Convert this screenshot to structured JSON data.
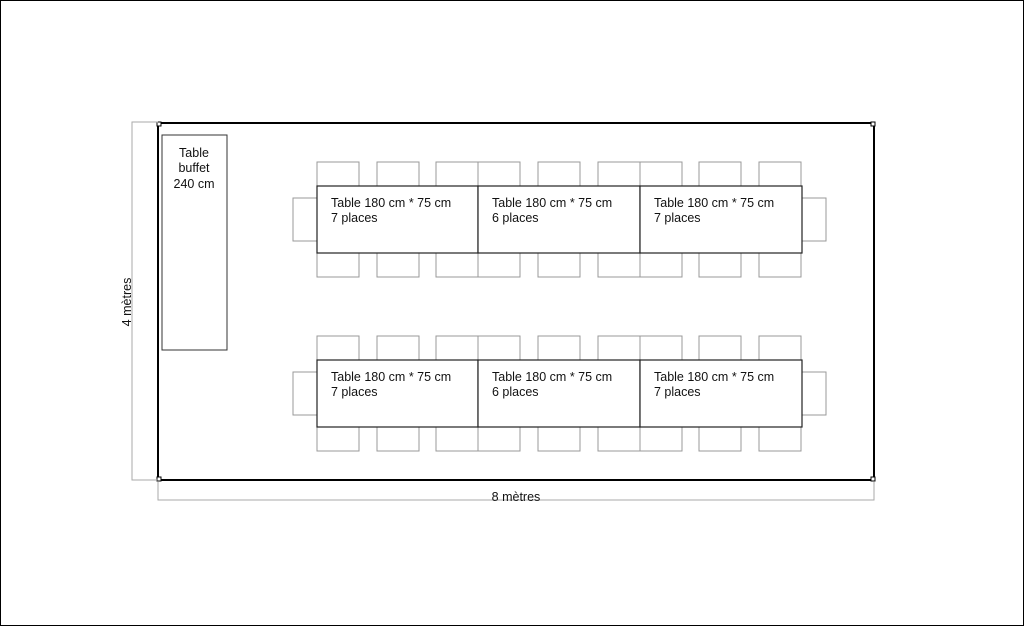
{
  "buffet": {
    "line1": "Table",
    "line2": "buffet",
    "line3": "240 cm"
  },
  "tables": [
    {
      "size": "Table 180 cm * 75 cm",
      "places": "7 places"
    },
    {
      "size": "Table 180 cm * 75 cm",
      "places": "6 places"
    },
    {
      "size": "Table 180 cm * 75 cm",
      "places": "7 places"
    },
    {
      "size": "Table 180 cm * 75 cm",
      "places": "7 places"
    },
    {
      "size": "Table 180 cm * 75 cm",
      "places": "6 places"
    },
    {
      "size": "Table 180 cm * 75 cm",
      "places": "7 places"
    }
  ],
  "dimensions": {
    "width": "8 mètres",
    "height": "4 mètres"
  }
}
